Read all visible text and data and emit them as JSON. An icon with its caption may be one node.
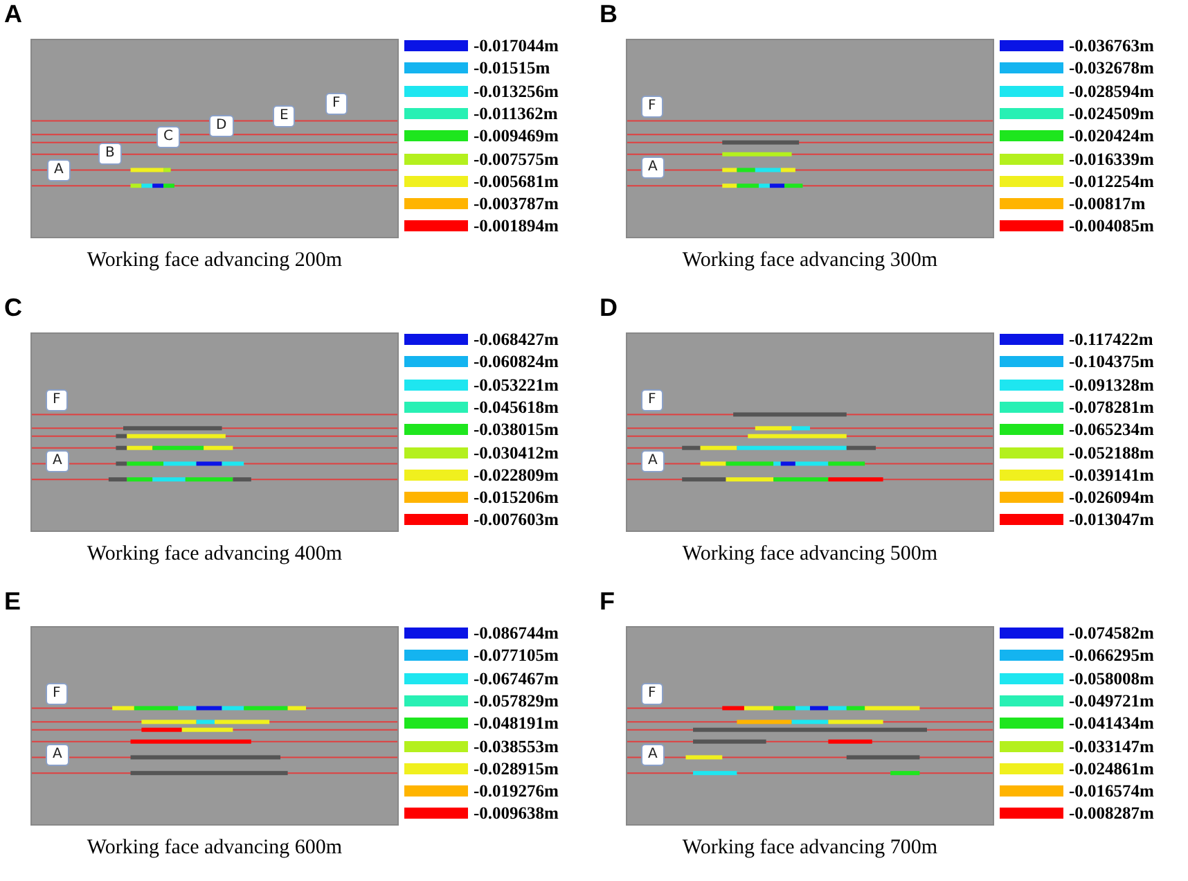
{
  "diagram": {
    "nodes": [
      {
        "text": [
          "A",
          "Working face advancing 200m"
        ]
      },
      {
        "text": [
          "A"
        ],
        "in": 0
      },
      {
        "text": [
          "B"
        ],
        "in": 0
      },
      {
        "text": [
          "C"
        ],
        "in": 0
      },
      {
        "text": [
          "D"
        ],
        "in": 0
      },
      {
        "text": [
          "E"
        ],
        "in": 0
      },
      {
        "text": [
          "F"
        ],
        "in": 0
      },
      {
        "text": [
          "B",
          "Working face advancing 300m"
        ]
      },
      {
        "text": [
          "F"
        ],
        "in": 7
      },
      {
        "text": [
          "A"
        ],
        "in": 7
      },
      {
        "text": [
          "C",
          "Working face advancing 400m"
        ]
      },
      {
        "text": [
          "F"
        ],
        "in": 10
      },
      {
        "text": [
          "A"
        ],
        "in": 10
      },
      {
        "text": [
          "D",
          "Working face advancing 500m"
        ]
      },
      {
        "text": [
          "F"
        ],
        "in": 13
      },
      {
        "text": [
          "A"
        ],
        "in": 13
      },
      {
        "text": [
          "E",
          "Working face advancing 600m"
        ]
      },
      {
        "text": [
          "F"
        ],
        "in": 16
      },
      {
        "text": [
          "A"
        ],
        "in": 16
      },
      {
        "text": [
          "F",
          "Working face advancing 700m"
        ]
      },
      {
        "text": [
          "F"
        ],
        "in": 19
      },
      {
        "text": [
          "A"
        ],
        "in": 19
      }
    ],
    "legend": [
      {
        "text": "-0.017044m",
        "color": "#0a14e6"
      },
      {
        "text": "-0.01515m",
        "color": "#14b4f0"
      },
      {
        "text": "-0.013256m",
        "color": "#1ee6f0"
      },
      {
        "text": "-0.011362m",
        "color": "#28f0b4"
      },
      {
        "text": "-0.009469m",
        "color": "#1ee61e"
      },
      {
        "text": "-0.007575m",
        "color": "#b4f01e"
      },
      {
        "text": "-0.005681m",
        "color": "#f0f01e"
      },
      {
        "text": "-0.003787m",
        "color": "#ffb400"
      },
      {
        "text": "-0.001894m",
        "color": "#ff0000"
      },
      {
        "text": "-0.036763m",
        "color": "#0a14e6"
      },
      {
        "text": "-0.032678m",
        "color": "#14b4f0"
      },
      {
        "text": "-0.028594m",
        "color": "#1ee6f0"
      },
      {
        "text": "-0.024509m",
        "color": "#28f0b4"
      },
      {
        "text": "-0.020424m",
        "color": "#1ee61e"
      },
      {
        "text": "-0.016339m",
        "color": "#b4f01e"
      },
      {
        "text": "-0.012254m",
        "color": "#f0f01e"
      },
      {
        "text": "-0.00817m",
        "color": "#ffb400"
      },
      {
        "text": "-0.004085m",
        "color": "#ff0000"
      },
      {
        "text": "-0.068427m",
        "color": "#0a14e6"
      },
      {
        "text": "-0.060824m",
        "color": "#14b4f0"
      },
      {
        "text": "-0.053221m",
        "color": "#1ee6f0"
      },
      {
        "text": "-0.045618m",
        "color": "#28f0b4"
      },
      {
        "text": "-0.038015m",
        "color": "#1ee61e"
      },
      {
        "text": "-0.030412m",
        "color": "#b4f01e"
      },
      {
        "text": "-0.022809m",
        "color": "#f0f01e"
      },
      {
        "text": "-0.015206m",
        "color": "#ffb400"
      },
      {
        "text": "-0.007603m",
        "color": "#ff0000"
      },
      {
        "text": "-0.117422m",
        "color": "#0a14e6"
      },
      {
        "text": "-0.104375m",
        "color": "#14b4f0"
      },
      {
        "text": "-0.091328m",
        "color": "#1ee6f0"
      },
      {
        "text": "-0.078281m",
        "color": "#28f0b4"
      },
      {
        "text": "-0.065234m",
        "color": "#1ee61e"
      },
      {
        "text": "-0.052188m",
        "color": "#b4f01e"
      },
      {
        "text": "-0.039141m",
        "color": "#f0f01e"
      },
      {
        "text": "-0.026094m",
        "color": "#ffb400"
      },
      {
        "text": "-0.013047m",
        "color": "#ff0000"
      },
      {
        "text": "-0.086744m",
        "color": "#0a14e6"
      },
      {
        "text": "-0.077105m",
        "color": "#14b4f0"
      },
      {
        "text": "-0.067467m",
        "color": "#1ee6f0"
      },
      {
        "text": "-0.057829m",
        "color": "#28f0b4"
      },
      {
        "text": "-0.048191m",
        "color": "#1ee61e"
      },
      {
        "text": "-0.038553m",
        "color": "#b4f01e"
      },
      {
        "text": "-0.028915m",
        "color": "#f0f01e"
      },
      {
        "text": "-0.019276m",
        "color": "#ffb400"
      },
      {
        "text": "-0.009638m",
        "color": "#ff0000"
      },
      {
        "text": "-0.074582m",
        "color": "#0a14e6"
      },
      {
        "text": "-0.066295m",
        "color": "#14b4f0"
      },
      {
        "text": "-0.058008m",
        "color": "#1ee6f0"
      },
      {
        "text": "-0.049721m",
        "color": "#28f0b4"
      },
      {
        "text": "-0.041434m",
        "color": "#1ee61e"
      },
      {
        "text": "-0.033147m",
        "color": "#b4f01e"
      },
      {
        "text": "-0.024861m",
        "color": "#f0f01e"
      },
      {
        "text": "-0.016574m",
        "color": "#ffb400"
      },
      {
        "text": "-0.008287m",
        "color": "#ff0000"
      }
    ]
  }
}
